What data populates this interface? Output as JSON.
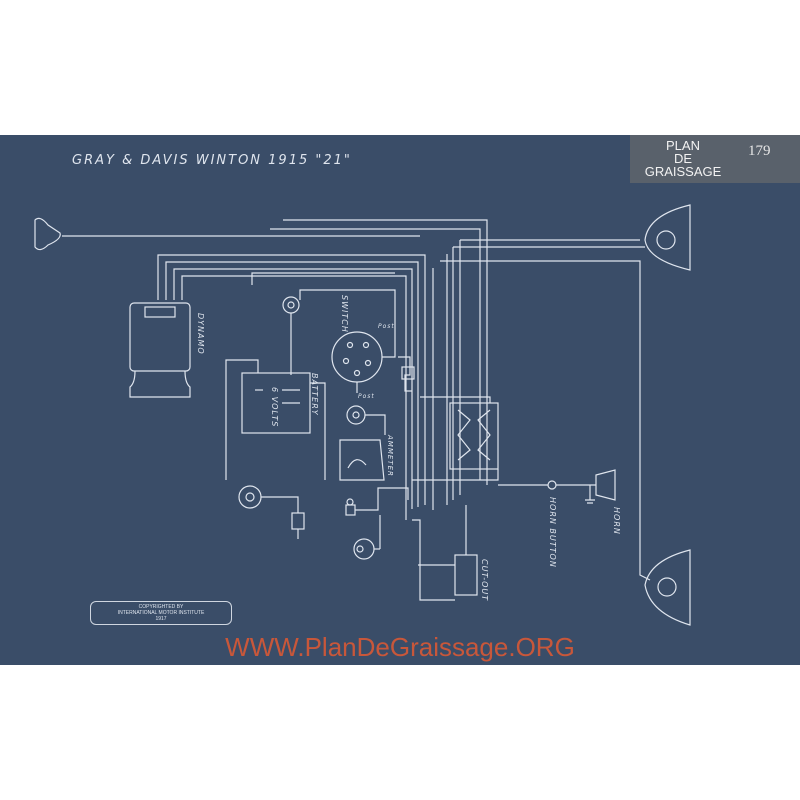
{
  "title": "GRAY & DAVIS   WINTON  1915  \"21\"",
  "logo": {
    "line1": "PLAN",
    "line2": "DE",
    "line3": "GRAISSAGE",
    "page_number": "179"
  },
  "labels": {
    "dynamo": "DYNAMO",
    "battery": "BATTERY",
    "volts": "6 VOLTS",
    "switch": "SWITCH",
    "ammeter": "AMMETER",
    "cut_out": "CUT-OUT",
    "horn": "HORN",
    "horn_button": "HORN BUTTON",
    "post1": "Post",
    "post2": "Post"
  },
  "copyright": {
    "line1": "COPYRIGHTED BY",
    "line2": "INTERNATIONAL MOTOR INSTITUTE",
    "line3": "1917"
  },
  "watermark": "WWW.PlanDeGraissage.ORG",
  "colors": {
    "background": "#3a4d68",
    "lines": "#dfe5ee",
    "watermark": "#c8573a"
  }
}
